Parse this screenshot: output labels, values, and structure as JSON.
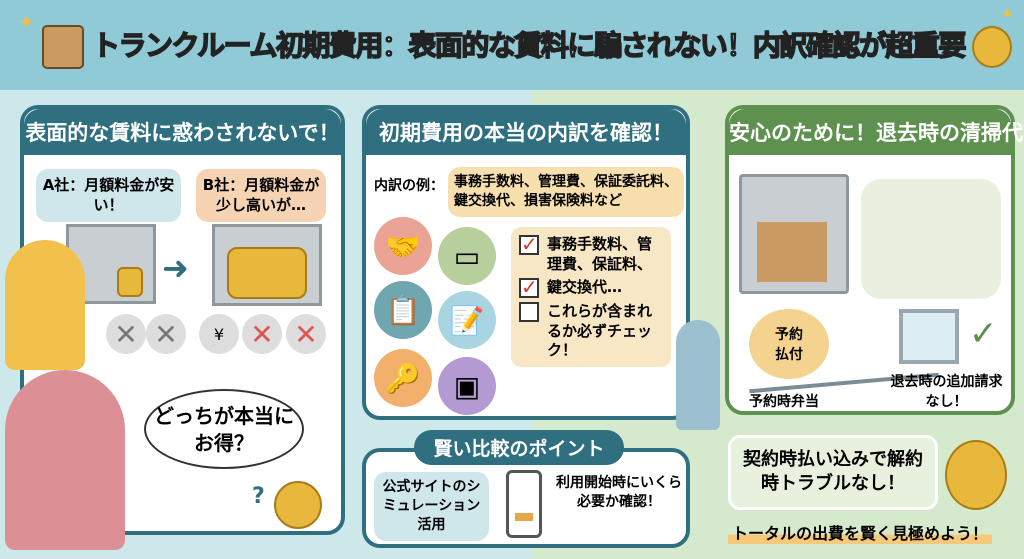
{
  "header": {
    "title_part1": "トランクルーム初期費用",
    "title_part2": "：表面的な賃料に騙されない！",
    "title_part3": "内訳確認",
    "title_part4": "が超重要"
  },
  "panel_left": {
    "title": "表面的な賃料に惑わされないで！",
    "company_a": "A社：月額料金が安い！",
    "company_b": "B社：月額料金が少し高いが…",
    "thought": "どっちが本当にお得？",
    "question_mark": "?"
  },
  "panel_middle": {
    "title": "初期費用の本当の内訳を確認！",
    "example_label": "内訳の例：",
    "example_items": "事務手数料、管理費、保証委託料、鍵交換代、損害保険料など",
    "checklist": [
      "事務手数料、管理費、保証料、",
      "鍵交換代…",
      "これらが含まれるか必ずチェック！"
    ],
    "checked": [
      true,
      true,
      false
    ]
  },
  "panel_right": {
    "title": "安心のために！退去時の清掃代",
    "bag_label": "予約払付",
    "left_caption": "予約時弁当",
    "right_caption": "退去時の追加請求なし！"
  },
  "comparison": {
    "title": "賢い比較のポイント",
    "left": "公式サイトのシミュレーション活用",
    "right": "利用開始時にいくら必要か確認！"
  },
  "coin_speech": "契約時払い込みで解約時トラブルなし！",
  "tagline": "トータルの出費を賢く見極めよう！",
  "colors": {
    "header": "#8fcad6",
    "teal": "#2f6f7f",
    "green": "#5e914f",
    "accent_yellow": "#f6c54a",
    "check_red": "#d33"
  }
}
